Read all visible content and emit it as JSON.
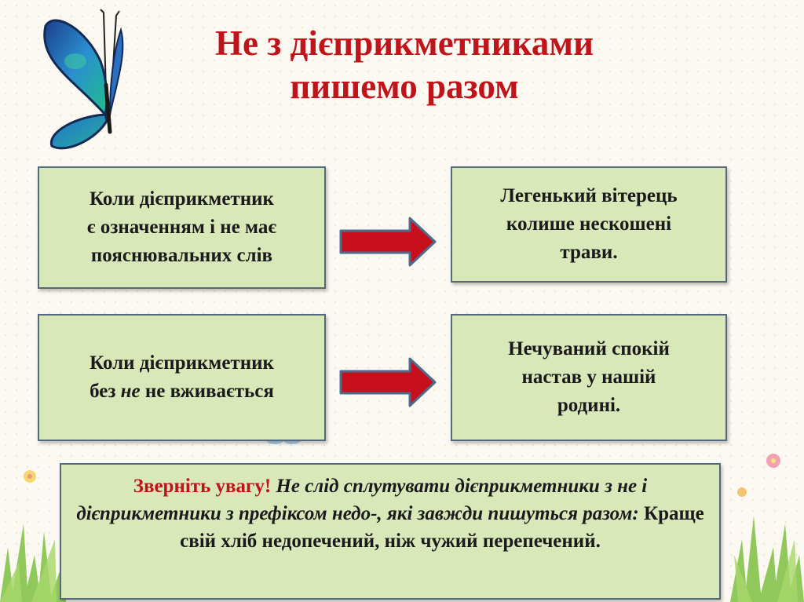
{
  "title": {
    "line1": "Не з дієприкметниками",
    "line2": "пишемо разом"
  },
  "rules": [
    {
      "condition": {
        "line1": "Коли  дієприкметник",
        "line2": "є означенням і не має",
        "line3": "пояснювальних слів"
      },
      "example": {
        "line1": "Легенький вітерець",
        "line2": "колише нескошені",
        "line3": "трави."
      }
    },
    {
      "condition": {
        "line1": "Коли дієприкметник",
        "line2_pre": "без ",
        "line2_italic": "не",
        "line2_post": " не вживається"
      },
      "example": {
        "line1": "Нечуваний спокій",
        "line2": "настав у нашій",
        "line3": "родині."
      }
    }
  ],
  "note": {
    "attention": "Зверніть увагу!",
    "italic_text": " Не слід сплутувати дієприкметники з не і дієприкметники з префіксом недо-, які завжди пишуться разом:",
    "example": " Краще свій хліб недопечений, ніж чужий перепечений."
  },
  "colors": {
    "title": "#c0141b",
    "box_fill": "#d9e8b8",
    "box_border": "#56687b",
    "arrow": "#c8101c",
    "background": "#fbf9f1"
  },
  "icons": {
    "decoration": "butterfly-icon",
    "connector": "right-arrow-icon"
  }
}
